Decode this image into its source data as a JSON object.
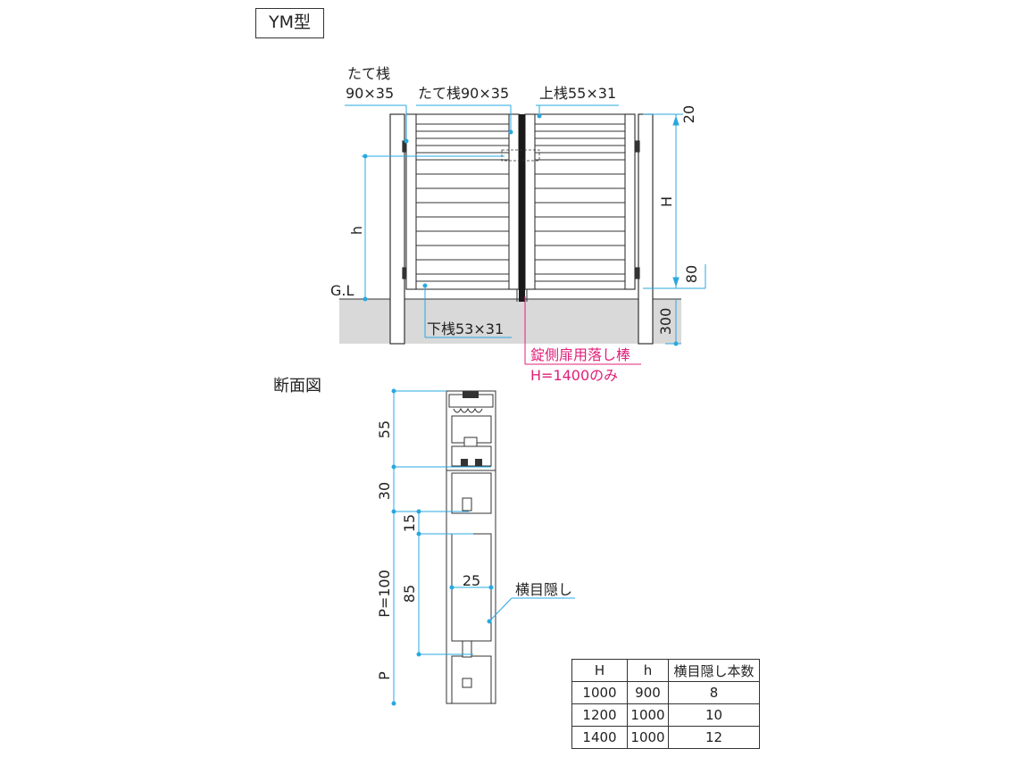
{
  "title": "YM型",
  "section_label": "断面図",
  "labels": {
    "tatezan_side_1": "たて桟",
    "tatezan_side_2": "90×35",
    "tatezan_center": "たて桟90×35",
    "uwazan": "上桟55×31",
    "shitazan": "下桟53×31",
    "otoshibou_1": "錠側扉用落し棒",
    "otoshibou_2": "H=1400のみ",
    "gl": "G.L",
    "h": "h",
    "H": "H",
    "dim_20": "20",
    "dim_80": "80",
    "dim_300": "300",
    "yokome": "横目隠し"
  },
  "section_dims": {
    "d55": "55",
    "d30": "30",
    "d15": "15",
    "d85": "85",
    "d25": "25",
    "p100": "P=100",
    "p": "P"
  },
  "table": {
    "headers": [
      "H",
      "h",
      "横目隠し本数"
    ],
    "rows": [
      [
        "1000",
        "900",
        "8"
      ],
      [
        "1200",
        "1000",
        "10"
      ],
      [
        "1400",
        "1000",
        "12"
      ]
    ]
  },
  "colors": {
    "line": "#333333",
    "dimension": "#29a8e0",
    "leader_pink": "#e0207a",
    "ground": "#d9d9d9",
    "rod": "#1a1a1a"
  }
}
